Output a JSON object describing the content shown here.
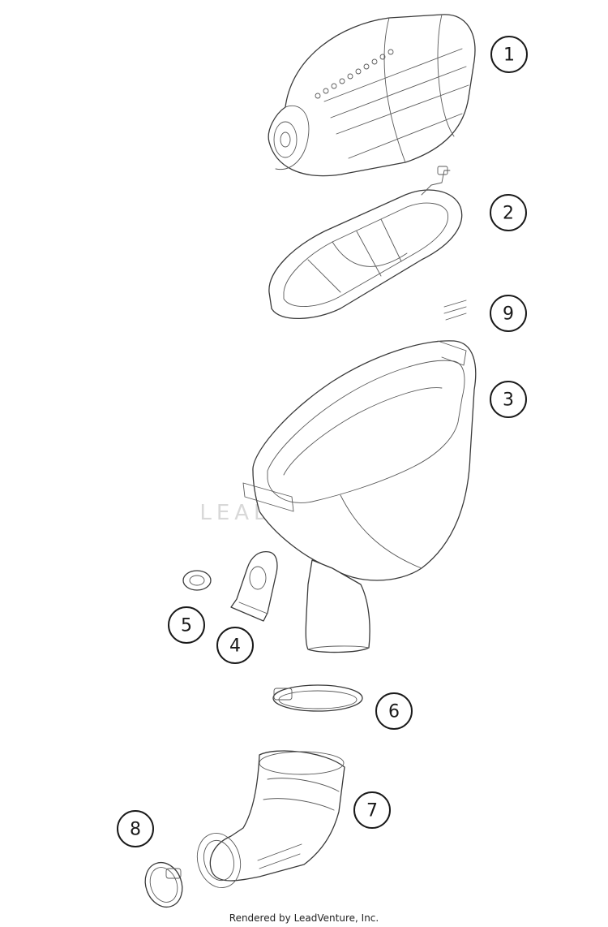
{
  "watermark": "LEADVENTURE",
  "footer": "Rendered by LeadVenture, Inc.",
  "callouts": {
    "c1": "1",
    "c2": "2",
    "c3": "3",
    "c4": "4",
    "c5": "5",
    "c6": "6",
    "c7": "7",
    "c8": "8",
    "c9": "9"
  }
}
